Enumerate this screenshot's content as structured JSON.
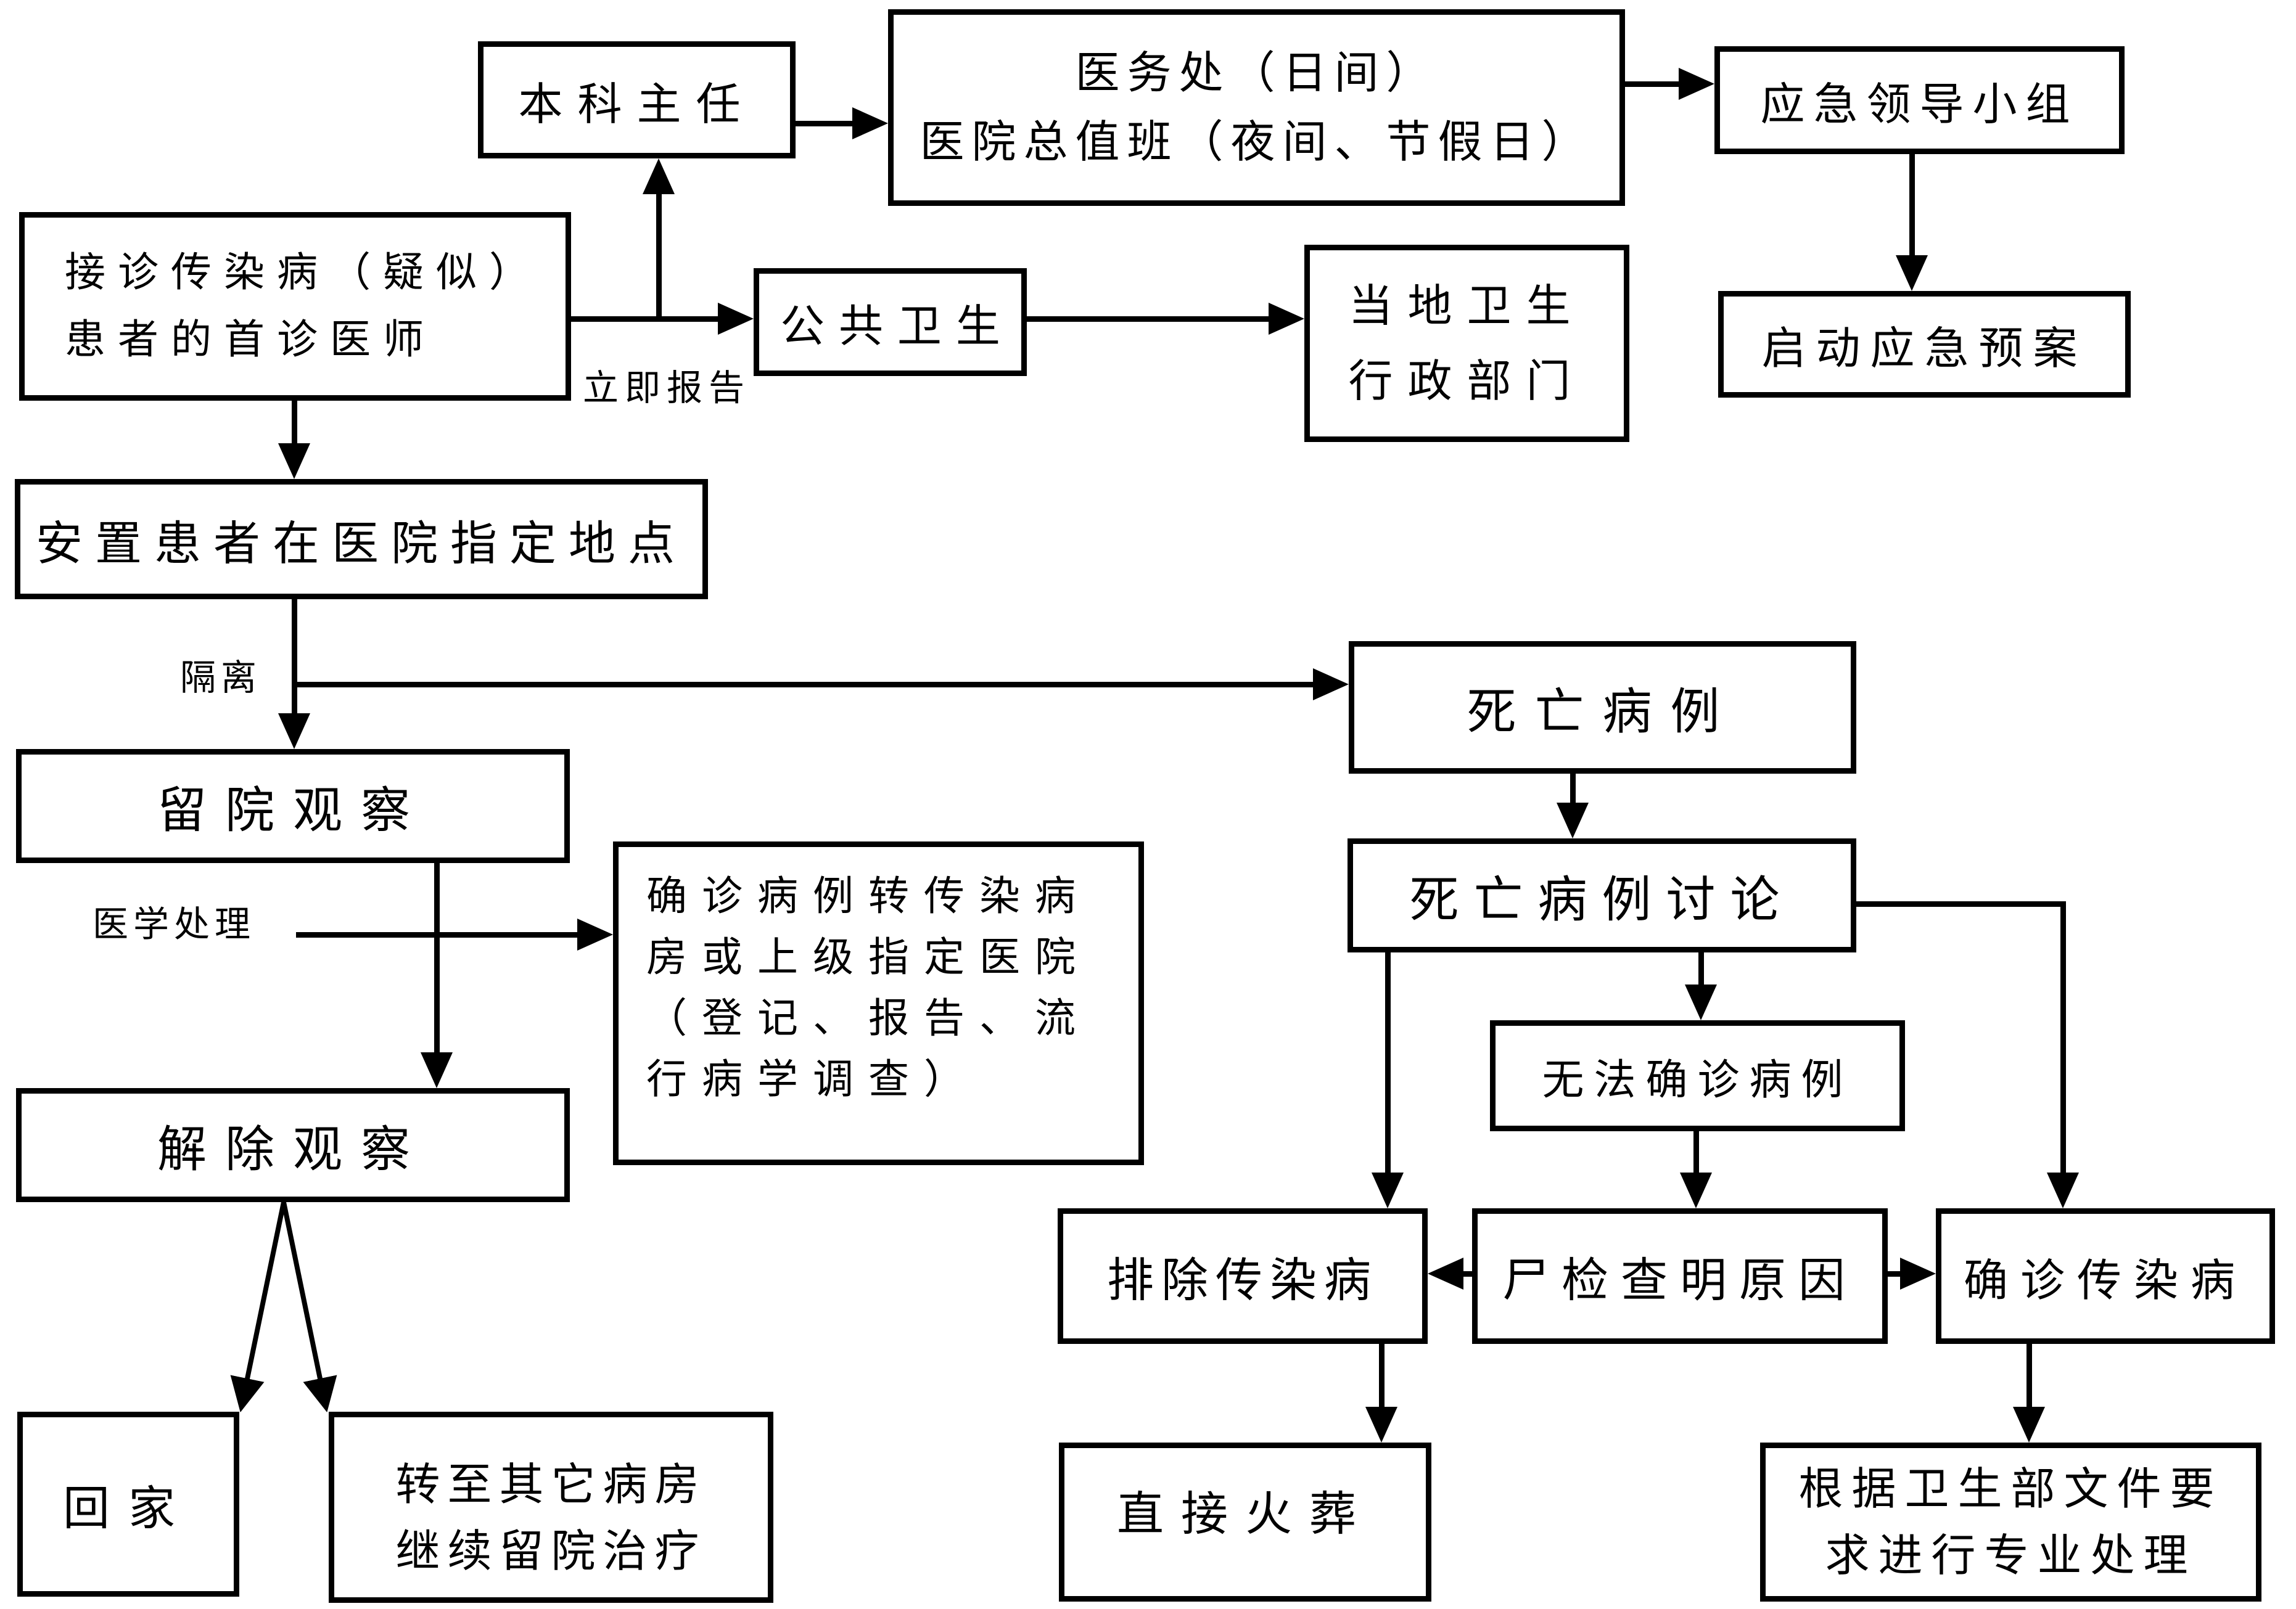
{
  "diagram": {
    "type": "flowchart",
    "colors": {
      "ink": "#000000",
      "background": "#ffffff"
    },
    "nodes": {
      "chief": {
        "label": "本科主任"
      },
      "medical_affairs": {
        "label": "医务处（日间）\n医院总值班（夜间、节假日）"
      },
      "emergency_group": {
        "label": "应急领导小组"
      },
      "first_doctor": {
        "label": "接诊传染病（疑似）\n患者的首诊医师"
      },
      "public_health": {
        "label": "公 共 卫 生"
      },
      "local_admin": {
        "label": "当地卫生\n行政部门"
      },
      "start_plan": {
        "label": "启动应急预案"
      },
      "placement": {
        "label": "安置患者在医院指定地点"
      },
      "death_case": {
        "label": "死亡病例"
      },
      "observation": {
        "label": "留院观察"
      },
      "death_discussion": {
        "label": "死亡病例讨论"
      },
      "confirmed_transfer": {
        "label": "确诊病例转传染病\n房或上级指定医院\n（登记、报告、流\n行病学调查）"
      },
      "undiagnosed": {
        "label": "无法确诊病例"
      },
      "release": {
        "label": "解除观察"
      },
      "excluded": {
        "label": "排除传染病"
      },
      "autopsy": {
        "label": "尸检查明原因"
      },
      "confirmed_infectious": {
        "label": "确诊传染病"
      },
      "go_home": {
        "label": "回家"
      },
      "transfer_ward": {
        "label": "转至其它病房\n继续留院治疗"
      },
      "cremation": {
        "label": "直接火葬"
      },
      "moh_handling": {
        "label": "根据卫生部文件要\n求进行专业处理"
      }
    },
    "edge_labels": {
      "report_now": "立即报告",
      "isolate": "隔离",
      "medical_handling": "医学处理"
    }
  }
}
